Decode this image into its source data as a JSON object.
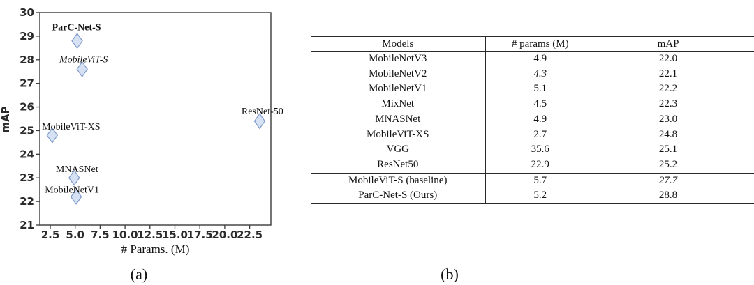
{
  "figure": {
    "captions": {
      "a": "(a)",
      "b": "(b)"
    }
  },
  "chart_data": {
    "type": "scatter",
    "title": "",
    "xlabel": "# Params. (M)",
    "ylabel": "mAP",
    "xlim": [
      1.45,
      24.6
    ],
    "ylim": [
      21,
      30
    ],
    "grid": false,
    "xticks": [
      "2.5",
      "5.0",
      "7.5",
      "10.0",
      "12.5",
      "15.0",
      "17.5",
      "20.0",
      "22.5"
    ],
    "xtick_values": [
      2.5,
      5.0,
      7.5,
      10.0,
      12.5,
      15.0,
      17.5,
      20.0,
      22.5
    ],
    "yticks": [
      "21",
      "22",
      "23",
      "24",
      "25",
      "26",
      "27",
      "28",
      "29",
      "30"
    ],
    "ytick_values": [
      21,
      22,
      23,
      24,
      25,
      26,
      27,
      28,
      29,
      30
    ],
    "marker": "diamond",
    "marker_fill": "#d6e2f4",
    "marker_stroke": "#7e99c9",
    "points": [
      {
        "label": "ParC-Net-S",
        "x": 5.2,
        "y": 28.8,
        "style": "bold",
        "label_dx": -1,
        "label_dy": -15
      },
      {
        "label": "MobileViT-S",
        "x": 5.7,
        "y": 27.6,
        "style": "italic",
        "label_dx": 2,
        "label_dy": -10
      },
      {
        "label": "MobileViT-XS",
        "x": 2.7,
        "y": 24.8,
        "style": "normal",
        "label_dx": 27,
        "label_dy": -8
      },
      {
        "label": "MNASNet",
        "x": 4.9,
        "y": 23.0,
        "style": "normal",
        "label_dx": 4,
        "label_dy": -8
      },
      {
        "label": "MobileNetV1",
        "x": 5.1,
        "y": 22.2,
        "style": "normal",
        "label_dx": -6,
        "label_dy": -6
      },
      {
        "label": "ResNet-50",
        "x": 23.5,
        "y": 25.4,
        "style": "normal",
        "label_dx": 4,
        "label_dy": -10
      }
    ]
  },
  "table": {
    "headers": [
      "Models",
      "# params (M)",
      "mAP"
    ],
    "rows": [
      {
        "model": "MobileNetV3",
        "params": "4.9",
        "map": "22.0"
      },
      {
        "model": "MobileNetV2",
        "params": "4.3",
        "map": "22.1",
        "params_style": "italic"
      },
      {
        "model": "MobileNetV1",
        "params": "5.1",
        "map": "22.2"
      },
      {
        "model": "MixNet",
        "params": "4.5",
        "map": "22.3"
      },
      {
        "model": "MNASNet",
        "params": "4.9",
        "map": "23.0"
      },
      {
        "model": "MobileViT-XS",
        "params": "2.7",
        "map": "24.8",
        "params_style": "bold"
      },
      {
        "model": "VGG",
        "params": "35.6",
        "map": "25.1"
      },
      {
        "model": "ResNet50",
        "params": "22.9",
        "map": "25.2"
      },
      {
        "model": "MobileViT-S (baseline)",
        "params": "5.7",
        "map": "27.7",
        "map_style": "italic"
      },
      {
        "model": "ParC-Net-S (Ours)",
        "params": "5.2",
        "map": "28.8",
        "map_style": "bold"
      }
    ]
  }
}
